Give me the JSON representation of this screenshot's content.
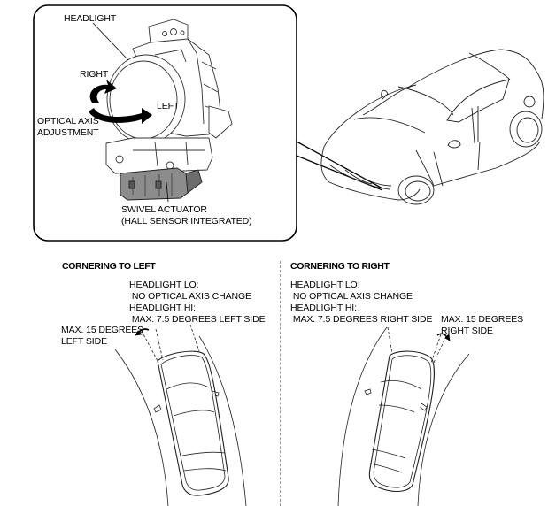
{
  "inset": {
    "labels": {
      "headlight": "HEADLIGHT",
      "right": "RIGHT",
      "left": "LEFT",
      "optical_axis_adjustment": "OPTICAL AXIS\nADJUSTMENT",
      "swivel_actuator": "SWIVEL ACTUATOR\n(HALL SENSOR INTEGRATED)"
    }
  },
  "cornering_left": {
    "title": "CORNERING TO LEFT",
    "headlight_lo": "HEADLIGHT LO:",
    "lo_detail": " NO OPTICAL AXIS CHANGE",
    "headlight_hi": "HEADLIGHT HI:",
    "hi_detail": " MAX. 7.5 DEGREES LEFT SIDE",
    "max_angle": "MAX. 15 DEGREES\nLEFT SIDE"
  },
  "cornering_right": {
    "title": "CORNERING TO RIGHT",
    "headlight_lo": "HEADLIGHT LO:",
    "lo_detail": " NO OPTICAL AXIS CHANGE",
    "headlight_hi": "HEADLIGHT HI:",
    "hi_detail": " MAX. 7.5 DEGREES RIGHT SIDE",
    "max_angle": "MAX. 15 DEGREES\nRIGHT SIDE"
  }
}
